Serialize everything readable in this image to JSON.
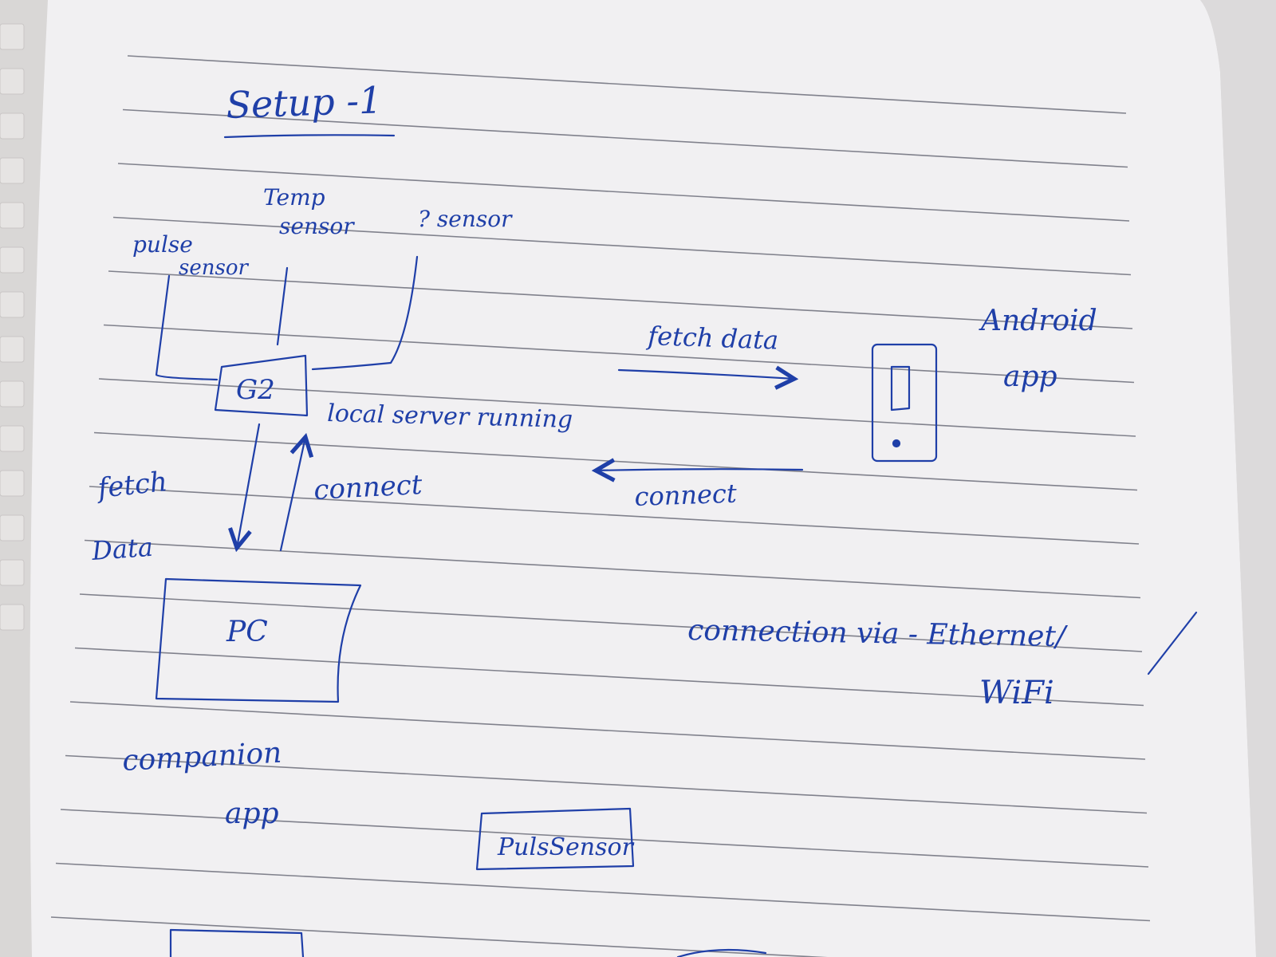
{
  "notebook": {
    "paper_color": "#f1f0f2",
    "rule_color": "#5b5d6a",
    "ink_color": "#1f3fa8",
    "binding": "spiral-edge-tabs"
  },
  "diagram": {
    "title": "Setup -1",
    "nodes": {
      "g2": "G2",
      "pc": "PC",
      "pulse_sensor_box": "PulsSensor"
    },
    "labels": {
      "temp_sensor_line1": "Temp",
      "temp_sensor_line2": "sensor",
      "unknown_sensor": "? sensor",
      "pulse_sensor_line1": "pulse",
      "pulse_sensor_line2": "sensor",
      "local_server": "local server running",
      "fetch_data_right": "fetch data",
      "connect_left": "connect",
      "fetch_data_down_line1": "fetch",
      "fetch_data_down_line2": "Data",
      "connect_up": "connect",
      "android_line1": "Android",
      "android_line2": "app",
      "connection_line1": "connection via - Ethernet/",
      "connection_line2": "WiFi",
      "companion_line1": "companion",
      "companion_line2": "app"
    }
  }
}
